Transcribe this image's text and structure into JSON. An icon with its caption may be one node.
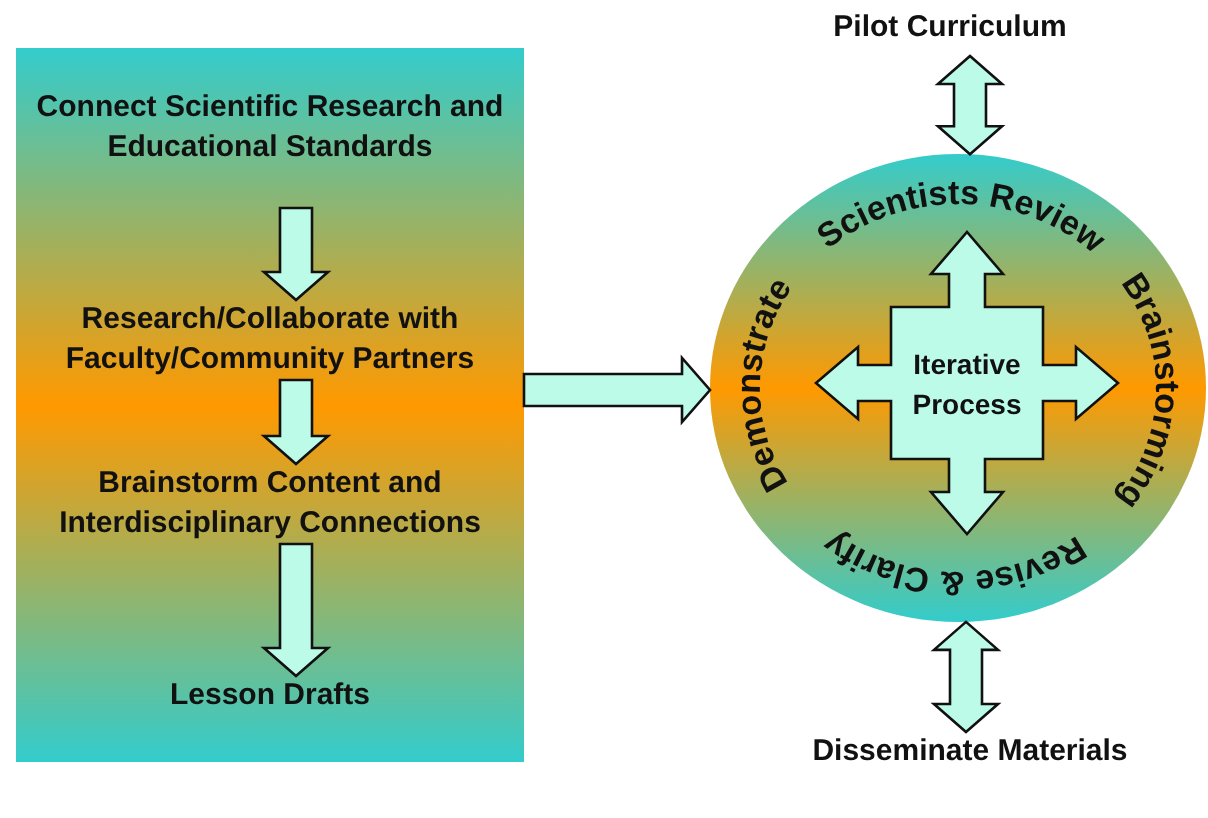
{
  "diagram": {
    "nodes": [
      {
        "text": [],
        "shape": "box"
      },
      {
        "text": [
          "Connect Scientific Research and Educational Standards"
        ],
        "in": 0
      },
      {
        "text": [
          "Research/Collaborate with Faculty/Community Partners"
        ],
        "in": 0
      },
      {
        "text": [
          "Brainstorm Content and Interdisciplinary Connections"
        ],
        "in": 0
      },
      {
        "text": [
          "Lesson Drafts"
        ],
        "in": 0
      },
      {
        "text": [
          "Scientists Review",
          "Brainstorming",
          "Revise & Clarify",
          "Demonstrate"
        ]
      },
      {
        "text": [
          "Iterative Process"
        ],
        "in": 5
      },
      {
        "text": [
          "Pilot Curriculum"
        ]
      },
      {
        "text": [
          "Disseminate Materials"
        ]
      }
    ],
    "edges": [
      {
        "from": 1,
        "to": 2,
        "arrow": "to"
      },
      {
        "from": 2,
        "to": 3,
        "arrow": "to"
      },
      {
        "from": 3,
        "to": 4,
        "arrow": "to"
      },
      {
        "from": 0,
        "to": 5,
        "arrow": "to"
      },
      {
        "from": 7,
        "to": 5,
        "arrow": "both"
      },
      {
        "from": 5,
        "to": 8,
        "arrow": "both"
      }
    ]
  }
}
